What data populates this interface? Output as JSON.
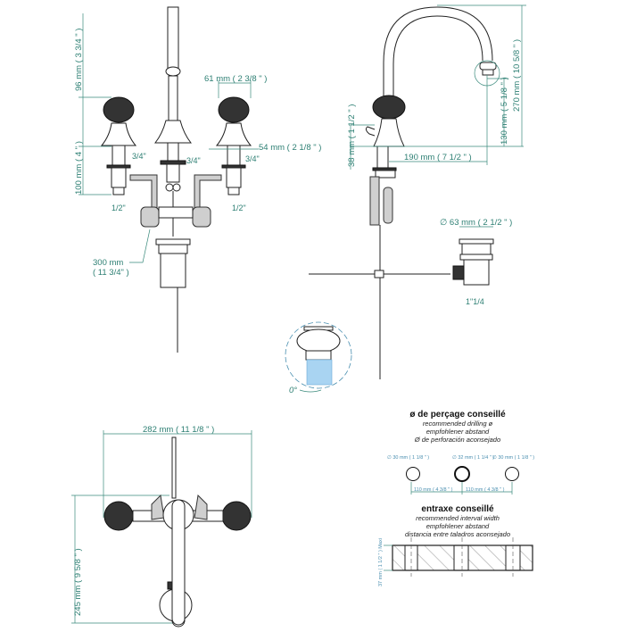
{
  "front_view": {
    "dim_height_spout_above_handle": "96 mm ( 3 3/4 \" )",
    "dim_height_below_deck": "100 mm ( 4 \" )",
    "dim_handle_width": "61 mm ( 2 3/8 \" )",
    "dim_base_width": "54 mm ( 2 1/8 \" )",
    "dim_hose_length_mm": "300 mm",
    "dim_hose_length_in": "( 11 3/4\" )",
    "thread_left_top": "3/4\"",
    "thread_center": "3/4\"",
    "thread_right_top": "3/4\"",
    "thread_left_bottom": "1/2\"",
    "thread_right_bottom": "1/2\""
  },
  "side_view": {
    "dim_deck_height": "38 mm ( 1 1/2 \" )",
    "dim_spout_reach": "190 mm ( 7 1/2 \" )",
    "dim_spout_outlet_height": "130 mm ( 5 1/8 \" )",
    "dim_total_height": "270 mm ( 10 5/8 \" )",
    "dim_drain_diameter": "∅ 63 mm ( 2 1/2 \" )",
    "drain_thread": "1\"1/4",
    "aerator_angle": "0°"
  },
  "top_view": {
    "dim_total_width": "282 mm ( 11 1/8 \" )",
    "dim_depth": "245 mm ( 9 5/8 \" )"
  },
  "drilling": {
    "title": "ø de perçage conseillé",
    "line_en": "recommended drilling ø",
    "line_de": "empfohlener abstand",
    "line_es": "Ø de perforación aconsejado",
    "hole_left": "∅ 30 mm ( 1 1/8 \" )",
    "hole_center": "∅ 32 mm ( 1 1/4 \" )",
    "hole_right": "∅ 30 mm ( 1 1/8 \" )",
    "spacing_left": "110 mm ( 4 3/8 \" )",
    "spacing_right": "110 mm ( 4 3/8 \" )"
  },
  "interval": {
    "title": "entraxe conseillé",
    "line_en": "recommended interval width",
    "line_de": "empfohlener abstand",
    "line_es": "distancia entre taladros aconsejado",
    "dim_deck_thickness": "37 mm ( 1 1/2 \" ) Maxi"
  },
  "colors": {
    "dimension": "#2d7f73",
    "aerator_highlight": "#a9d4f2"
  }
}
